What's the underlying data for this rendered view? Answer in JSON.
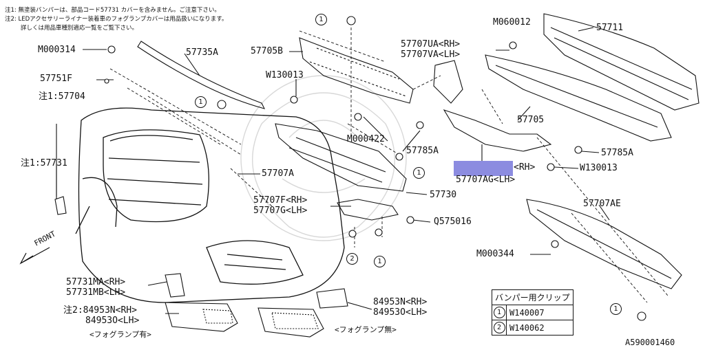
{
  "notes": {
    "note1": "注1: 無塗装バンパーは、部品コード57731 カバーを含みません。ご注意下さい。",
    "note2": "注2: LEDアクセサリーライナー装着車のフォグランプカバーは用品扱いになります。",
    "note3": "詳しくは用品車種別適応一覧をご覧下さい。"
  },
  "labels": {
    "l57704": "注1:57704",
    "l57731": "注1:57731",
    "l57751F": "57751F",
    "lM000314": "M000314",
    "l57735A": "57735A",
    "l57705B": "57705B",
    "lW130013a": "W130013",
    "lM000422": "M000422",
    "l57785Aa": "57785A",
    "l57707A": "57707A",
    "l57730": "57730",
    "l57707F": "57707F<RH>",
    "l57707G": "57707G<LH>",
    "lQ575016": "Q575016",
    "l57707UA": "57707UA<RH>",
    "l57707VA": "57707VA<LH>",
    "lM060012": "M060012",
    "l57711": "57711",
    "l57705": "57705",
    "l57785Ab": "57785A",
    "lW130013b": "W130013",
    "lRH": "<RH>",
    "l57707AG": "57707AG<LH>",
    "l57707AE": "57707AE",
    "lM000344": "M000344",
    "l57731MA": "57731MA<RH>",
    "l57731MB": "57731MB<LH>",
    "l84953N_l": "注2:84953N<RH>",
    "l84953O_l": "84953O<LH>",
    "l84953N_r": "84953N<RH>",
    "l84953O_r": "84953O<LH>",
    "fogWith": "<フォグランプ有>",
    "fogWithout": "<フォグランプ無>",
    "front": "FRONT"
  },
  "callouts": {
    "one": "1",
    "two": "2"
  },
  "clip_table": {
    "header": "バンパー用クリップ",
    "rows": [
      {
        "mark": "1",
        "part": "W140007"
      },
      {
        "mark": "2",
        "part": "W140062"
      }
    ]
  },
  "diagram_code": "A590001460",
  "highlight_color": "#8c8ce0"
}
